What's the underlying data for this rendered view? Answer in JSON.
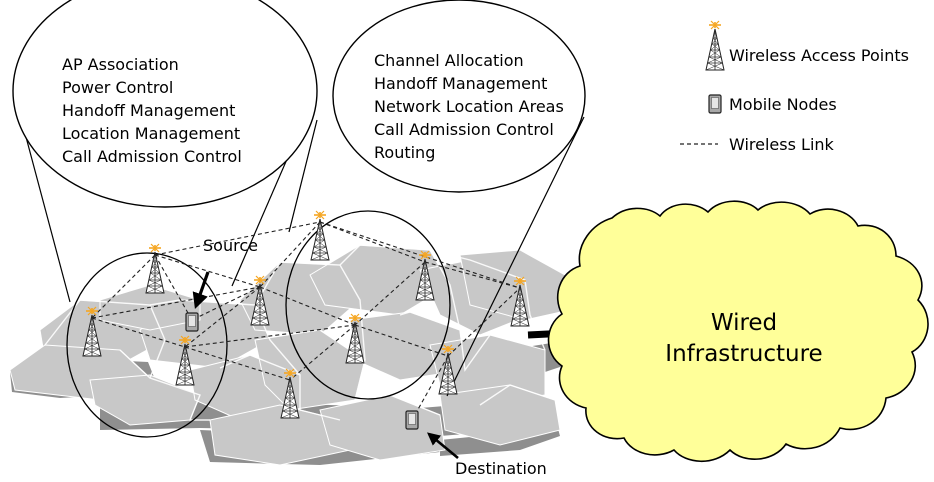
{
  "left_bubble": {
    "lines": [
      "AP Association",
      "Power Control",
      "Handoff Management",
      "Location Management",
      "Call Admission Control"
    ]
  },
  "right_bubble": {
    "lines": [
      "Channel Allocation",
      "Handoff Management",
      "Network Location Areas",
      "Call Admission Control",
      "Routing"
    ]
  },
  "legend": {
    "access_points": "Wireless Access Points",
    "mobile_nodes": "Mobile Nodes",
    "wireless_link": "Wireless Link"
  },
  "labels": {
    "source": "Source",
    "destination": "Destination"
  },
  "cloud": {
    "line1": "Wired",
    "line2": "Infrastructure"
  },
  "colors": {
    "hex_top": "#c8c8c8",
    "hex_side": "#8f8f8f",
    "cloud_fill": "#ffff99",
    "spark": "#f5a623"
  }
}
